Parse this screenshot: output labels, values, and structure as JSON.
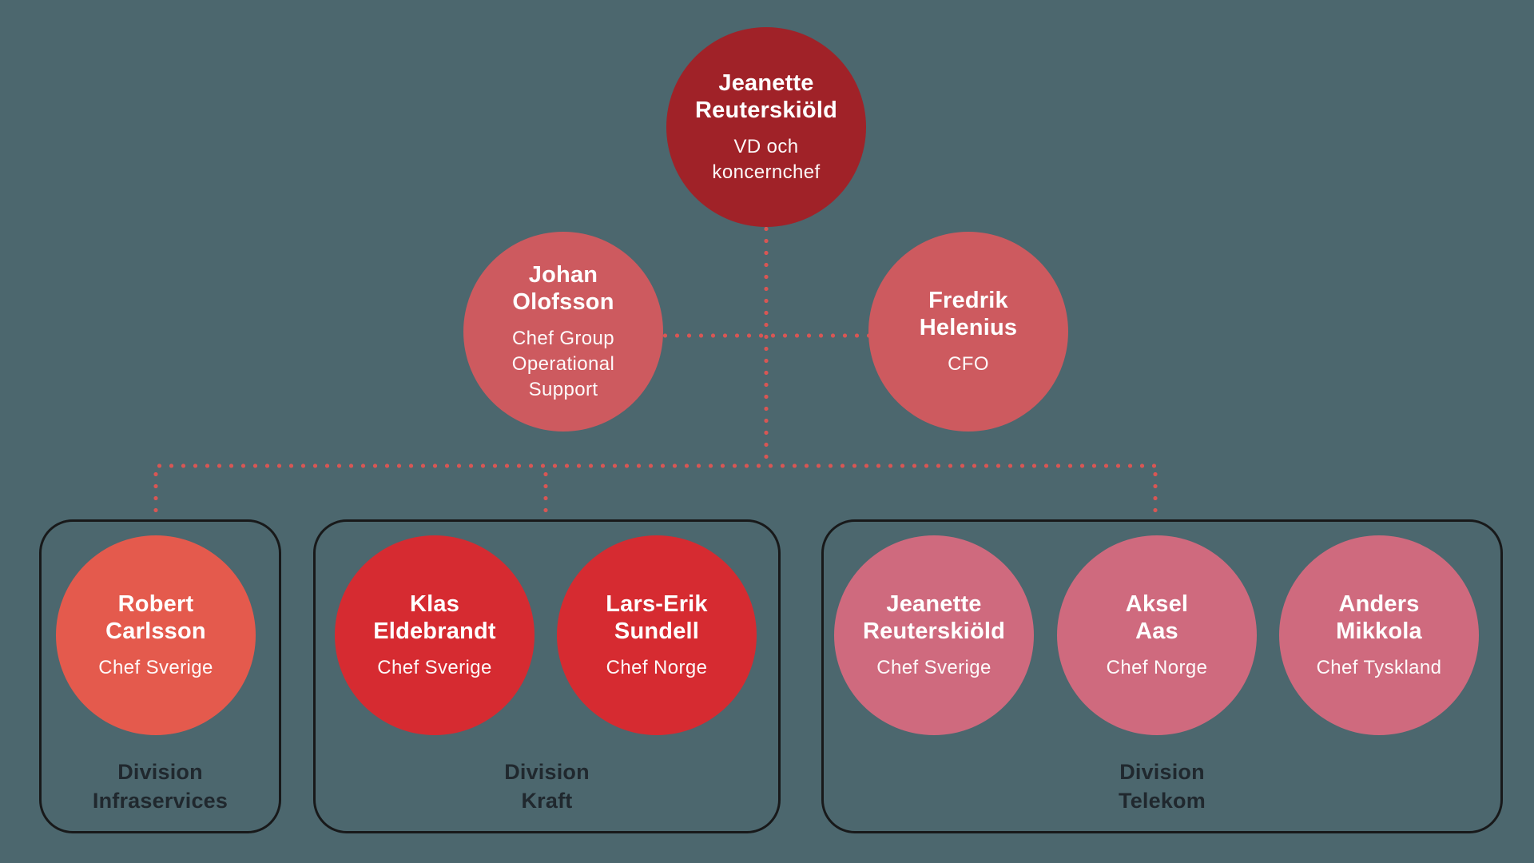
{
  "page": {
    "background_color": "#4c676e"
  },
  "connector": {
    "color": "#d85654"
  },
  "chart": {
    "ceo": {
      "name": [
        "Jeanette",
        "Reuterskiöld"
      ],
      "title": [
        "VD och",
        "koncernchef"
      ],
      "color": "#a02228"
    },
    "executives": [
      {
        "name": [
          "Johan",
          "Olofsson"
        ],
        "title": [
          "Chef Group",
          "Operational",
          "Support"
        ],
        "color": "#cd5a5f"
      },
      {
        "name": [
          "Fredrik",
          "Helenius"
        ],
        "title": [
          "CFO"
        ],
        "color": "#cd5a5f"
      }
    ],
    "divisions": [
      {
        "label": [
          "Division",
          "Infraservices"
        ],
        "members": [
          {
            "name": [
              "Robert",
              "Carlsson"
            ],
            "title": [
              "Chef Sverige"
            ],
            "color": "#e45a4d"
          }
        ]
      },
      {
        "label": [
          "Division",
          "Kraft"
        ],
        "members": [
          {
            "name": [
              "Klas",
              "Eldebrandt"
            ],
            "title": [
              "Chef Sverige"
            ],
            "color": "#d62b31"
          },
          {
            "name": [
              "Lars-Erik",
              "Sundell"
            ],
            "title": [
              "Chef Norge"
            ],
            "color": "#d62b31"
          }
        ]
      },
      {
        "label": [
          "Division",
          "Telekom"
        ],
        "members": [
          {
            "name": [
              "Jeanette",
              "Reuterskiöld"
            ],
            "title": [
              "Chef Sverige"
            ],
            "color": "#cf6a7e"
          },
          {
            "name": [
              "Aksel",
              "Aas"
            ],
            "title": [
              "Chef Norge"
            ],
            "color": "#cf6a7e"
          },
          {
            "name": [
              "Anders",
              "Mikkola"
            ],
            "title": [
              "Chef Tyskland"
            ],
            "color": "#cf6a7e"
          }
        ]
      }
    ]
  }
}
